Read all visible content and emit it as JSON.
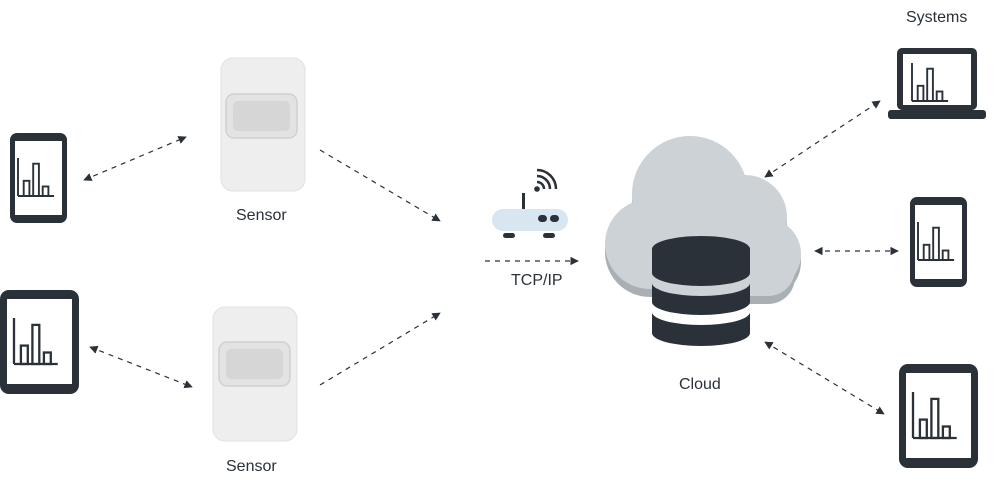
{
  "labels": {
    "sensor_top": "Sensor",
    "sensor_bottom": "Sensor",
    "router": "TCP/IP",
    "cloud": "Cloud",
    "systems": "Systems"
  },
  "colors": {
    "device_dark": "#2b3139",
    "arrow": "#2b3139",
    "cloud_light": "#cdd2d6",
    "cloud_shadow": "#a8b0b6",
    "sensor_body": "#efefef",
    "router_blue": "#d8e6f2"
  },
  "icons": [
    "tablet-icon",
    "sensor-device-icon",
    "router-icon",
    "wifi-signal-icon",
    "cloud-icon",
    "database-icon",
    "laptop-icon"
  ]
}
